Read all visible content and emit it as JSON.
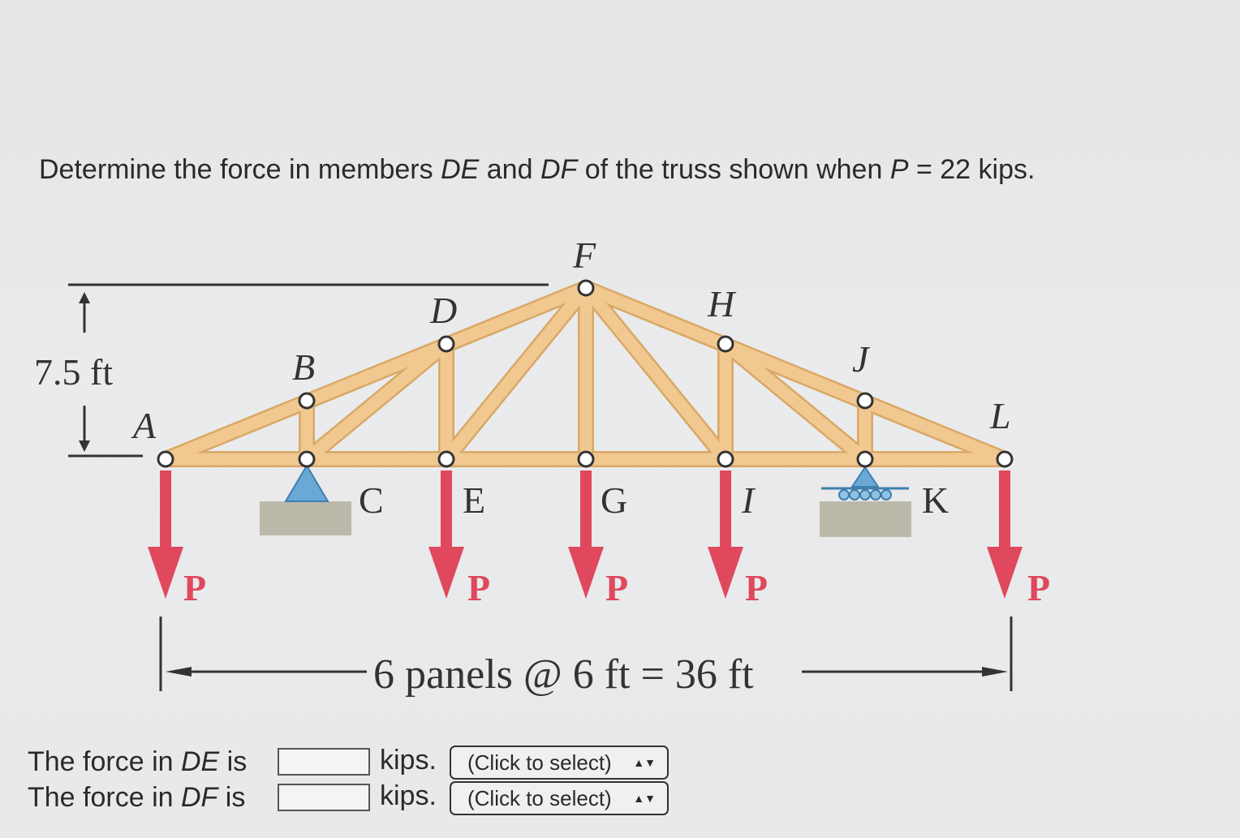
{
  "question": {
    "prefix": "Determine the force in members ",
    "m1": "DE",
    "and": " and ",
    "m2": "DF",
    "mid": " of the truss shown when ",
    "pvar": "P",
    "suffix": " = 22 kips."
  },
  "figure": {
    "nodes": {
      "A": "A",
      "B": "B",
      "C": "C",
      "D": "D",
      "E": "E",
      "F": "F",
      "G": "G",
      "H": "H",
      "I": "I",
      "J": "J",
      "K": "K",
      "L": "L"
    },
    "height_label": "7.5 ft",
    "span_label": "6 panels @ 6 ft = 36 ft",
    "load_label": "P",
    "colors": {
      "wood": "#efc58a",
      "wood_edge": "#d9a866",
      "load": "#e0485e",
      "support": "#6aa9d6",
      "ground": "#bcb9ab"
    }
  },
  "answers": [
    {
      "label_prefix": "The force in ",
      "member": "DE",
      "label_suffix": " is",
      "value": "",
      "unit": "kips.",
      "select": "(Click to select)"
    },
    {
      "label_prefix": "The force in ",
      "member": "DF",
      "label_suffix": " is",
      "value": "",
      "unit": "kips.",
      "select": "(Click to select)"
    }
  ]
}
